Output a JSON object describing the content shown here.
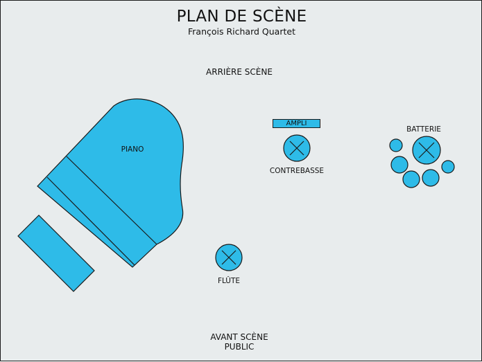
{
  "title": "PLAN DE SCÈNE",
  "subtitle": "François Richard Quartet",
  "stage_back_label": "ARRIÈRE SCÈNE",
  "stage_front_label": "AVANT SCÈNE",
  "audience_label": "PUBLIC",
  "instruments": {
    "piano": "PIANO",
    "amp": "AMPLI",
    "double_bass": "CONTREBASSE",
    "drums": "BATTERIE",
    "flute": "FLÛTE"
  },
  "colors": {
    "fill": "#2ebbe8",
    "stroke": "#1a1a1a",
    "background": "#e8eced"
  }
}
